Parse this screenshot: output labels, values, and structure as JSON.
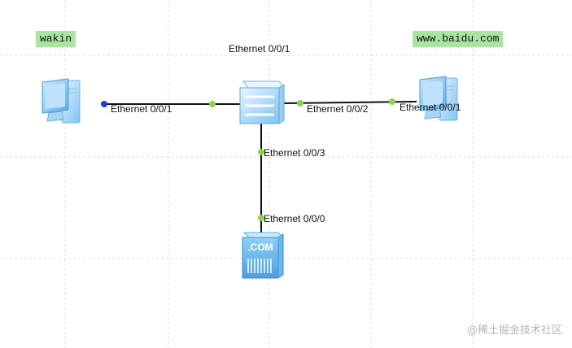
{
  "devices": {
    "client": {
      "name": "wakin",
      "icon": "pc-icon"
    },
    "server": {
      "name": "www.baidu.com",
      "icon": "pc-icon"
    },
    "switch": {
      "icon": "switch-icon"
    },
    "dns": {
      "label": ".COM",
      "icon": "dns-server-icon"
    }
  },
  "ports": {
    "switch_top": "Ethernet 0/0/1",
    "client_port": "Ethernet 0/0/1",
    "switch_right": "Ethernet 0/0/2",
    "server_port": "Ethernet 0/0/1",
    "switch_bottom": "Ethernet 0/0/3",
    "dns_port": "Ethernet 0/0/0"
  },
  "watermark": "@稀土掘金技术社区",
  "colors": {
    "link": "#111111",
    "port_up": "#8fd14f",
    "port_client": "#1a3fd6",
    "name_tag": "#a8e6a0",
    "grid": "#dcdcdc"
  }
}
